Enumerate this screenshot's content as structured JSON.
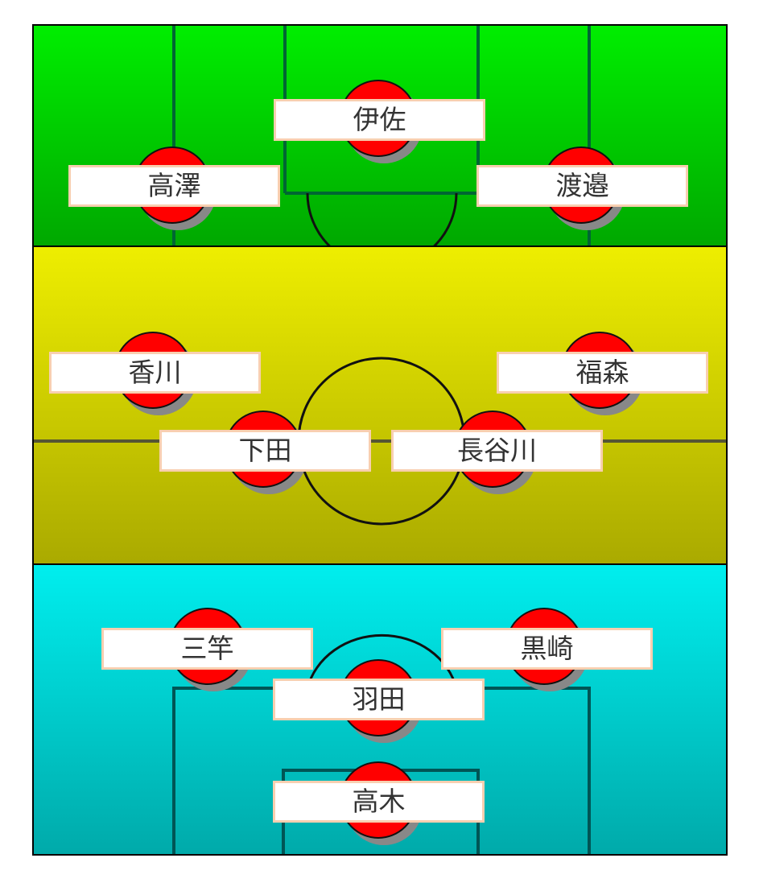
{
  "formation": {
    "forwards": [
      {
        "name": "伊佐"
      },
      {
        "name": "高澤"
      },
      {
        "name": "渡邉"
      }
    ],
    "midfielders": [
      {
        "name": "香川"
      },
      {
        "name": "福森"
      },
      {
        "name": "下田"
      },
      {
        "name": "長谷川"
      }
    ],
    "defenders": [
      {
        "name": "三竿"
      },
      {
        "name": "黒崎"
      },
      {
        "name": "羽田"
      },
      {
        "name": "高木"
      }
    ]
  },
  "colors": {
    "forward_zone": "#00ee00",
    "midfield_zone": "#eeee00",
    "defense_zone": "#00eeee",
    "player": "#ff0000"
  }
}
